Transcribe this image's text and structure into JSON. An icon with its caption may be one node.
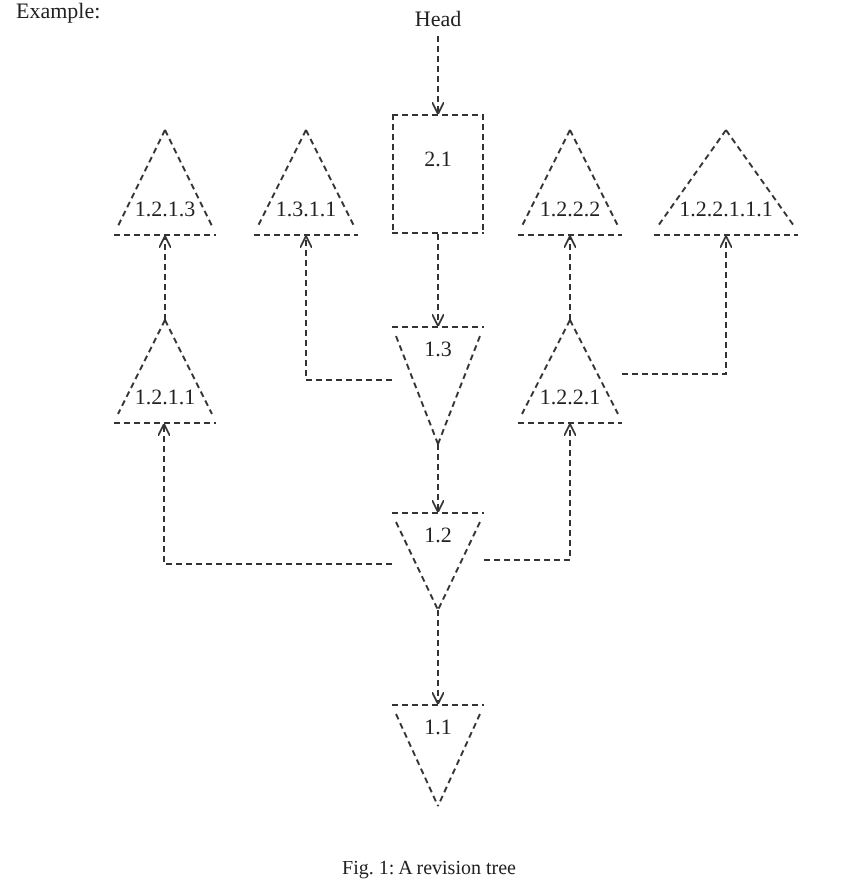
{
  "diagram": {
    "caption": "Fig. 1: A revision tree",
    "nodes": [
      {
        "text": [
          "Head"
        ]
      },
      {
        "text": [
          "1.2.1.3"
        ]
      },
      {
        "text": [
          "1.3.1.1"
        ]
      },
      {
        "text": [
          "2.1"
        ]
      },
      {
        "text": [
          "1.2.2.2"
        ]
      },
      {
        "text": [
          "1.2.2.1.1.1"
        ]
      },
      {
        "text": [
          "1.2.1.1"
        ]
      },
      {
        "text": [
          "1.3"
        ]
      },
      {
        "text": [
          "1.2.2.1"
        ]
      },
      {
        "text": [
          "1.2"
        ]
      },
      {
        "text": [
          "1.1"
        ]
      }
    ],
    "edges": [
      {
        "from": 0,
        "to": 3,
        "arrow": "to"
      },
      {
        "from": 3,
        "to": 7,
        "arrow": "to"
      },
      {
        "from": 7,
        "to": 9,
        "arrow": "to"
      },
      {
        "from": 9,
        "to": 10,
        "arrow": "to"
      },
      {
        "from": 7,
        "to": 2,
        "arrow": "to"
      },
      {
        "from": 9,
        "to": 6,
        "arrow": "to"
      },
      {
        "from": 6,
        "to": 1,
        "arrow": "to"
      },
      {
        "from": 9,
        "to": 8,
        "arrow": "to"
      },
      {
        "from": 8,
        "to": 4,
        "arrow": "to"
      },
      {
        "from": 8,
        "to": 5,
        "arrow": "to"
      }
    ],
    "labels": [
      "Example:"
    ]
  }
}
